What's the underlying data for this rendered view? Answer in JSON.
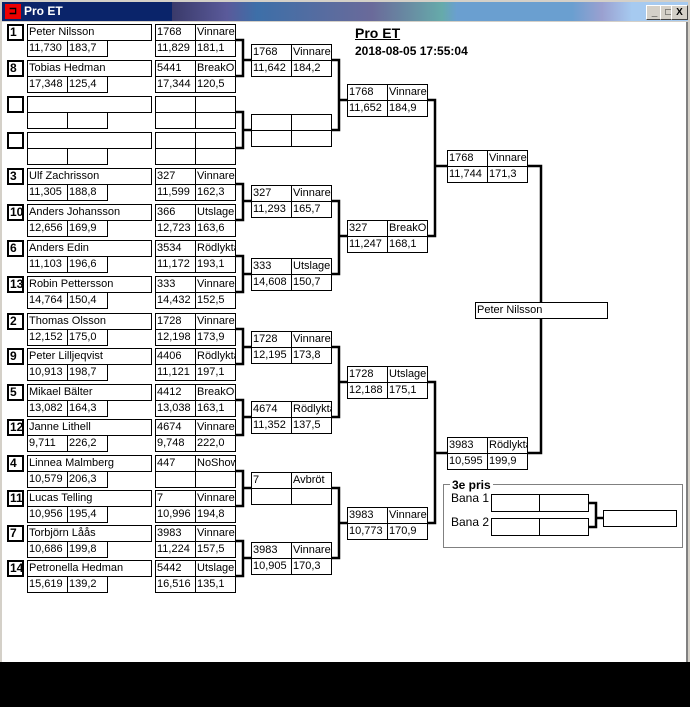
{
  "window": {
    "title": "Pro ET",
    "icon": "bracket-app-icon",
    "buttons": [
      "_",
      "□",
      "X"
    ]
  },
  "header": {
    "title": "Pro ET",
    "datetime": "2018-08-05 17:55:04"
  },
  "round1": [
    {
      "seed": "1",
      "name": "Peter Nilsson",
      "time": "11,730",
      "speed": "183,7",
      "res_id": "1768",
      "res_status": "Vinnare",
      "res_time": "11,829",
      "res_speed": "181,1"
    },
    {
      "seed": "8",
      "name": "Tobias Hedman",
      "time": "17,348",
      "speed": "125,4",
      "res_id": "5441",
      "res_status": "BreakOut",
      "res_time": "17,344",
      "res_speed": "120,5"
    },
    {
      "seed": "",
      "name": "",
      "time": "",
      "speed": "",
      "res_id": "",
      "res_status": "",
      "res_time": "",
      "res_speed": ""
    },
    {
      "seed": "",
      "name": "",
      "time": "",
      "speed": "",
      "res_id": "",
      "res_status": "",
      "res_time": "",
      "res_speed": ""
    },
    {
      "seed": "3",
      "name": "Ulf Zachrisson",
      "time": "11,305",
      "speed": "188,8",
      "res_id": "327",
      "res_status": "Vinnare",
      "res_time": "11,599",
      "res_speed": "162,3"
    },
    {
      "seed": "10",
      "name": "Anders Johansson",
      "time": "12,656",
      "speed": "169,9",
      "res_id": "366",
      "res_status": "Utslagen",
      "res_time": "12,723",
      "res_speed": "163,6"
    },
    {
      "seed": "6",
      "name": "Anders Edin",
      "time": "11,103",
      "speed": "196,6",
      "res_id": "3534",
      "res_status": "Rödlykta",
      "res_time": "11,172",
      "res_speed": "193,1"
    },
    {
      "seed": "13",
      "name": "Robin Pettersson",
      "time": "14,764",
      "speed": "150,4",
      "res_id": "333",
      "res_status": "Vinnare",
      "res_time": "14,432",
      "res_speed": "152,5"
    },
    {
      "seed": "2",
      "name": "Thomas Olsson",
      "time": "12,152",
      "speed": "175,0",
      "res_id": "1728",
      "res_status": "Vinnare",
      "res_time": "12,198",
      "res_speed": "173,9"
    },
    {
      "seed": "9",
      "name": "Peter Lilljeqvist",
      "time": "10,913",
      "speed": "198,7",
      "res_id": "4406",
      "res_status": "Rödlykta",
      "res_time": "11,121",
      "res_speed": "197,1"
    },
    {
      "seed": "5",
      "name": "Mikael Bälter",
      "time": "13,082",
      "speed": "164,3",
      "res_id": "4412",
      "res_status": "BreakOut",
      "res_time": "13,038",
      "res_speed": "163,1"
    },
    {
      "seed": "12",
      "name": "Janne Lithell",
      "time": "9,711",
      "speed": "226,2",
      "res_id": "4674",
      "res_status": "Vinnare",
      "res_time": "9,748",
      "res_speed": "222,0"
    },
    {
      "seed": "4",
      "name": "Linnea Malmberg",
      "time": "10,579",
      "speed": "206,3",
      "res_id": "447",
      "res_status": "NoShow",
      "res_time": "",
      "res_speed": ""
    },
    {
      "seed": "11",
      "name": "Lucas Telling",
      "time": "10,956",
      "speed": "195,4",
      "res_id": "7",
      "res_status": "Vinnare",
      "res_time": "10,996",
      "res_speed": "194,8"
    },
    {
      "seed": "7",
      "name": "Torbjörn Låås",
      "time": "10,686",
      "speed": "199,8",
      "res_id": "3983",
      "res_status": "Vinnare",
      "res_time": "11,224",
      "res_speed": "157,5"
    },
    {
      "seed": "14",
      "name": "Petronella Hedman",
      "time": "15,619",
      "speed": "139,2",
      "res_id": "5442",
      "res_status": "Utslagen",
      "res_time": "16,516",
      "res_speed": "135,1"
    }
  ],
  "round2": [
    {
      "id": "1768",
      "status": "Vinnare",
      "time": "11,642",
      "speed": "184,2"
    },
    {
      "id": "",
      "status": "",
      "time": "",
      "speed": ""
    },
    {
      "id": "327",
      "status": "Vinnare",
      "time": "11,293",
      "speed": "165,7"
    },
    {
      "id": "333",
      "status": "Utslagen",
      "time": "14,608",
      "speed": "150,7"
    },
    {
      "id": "1728",
      "status": "Vinnare",
      "time": "12,195",
      "speed": "173,8"
    },
    {
      "id": "4674",
      "status": "Rödlykta",
      "time": "11,352",
      "speed": "137,5"
    },
    {
      "id": "7",
      "status": "Avbröt",
      "time": "",
      "speed": ""
    },
    {
      "id": "3983",
      "status": "Vinnare",
      "time": "10,905",
      "speed": "170,3"
    }
  ],
  "round3": [
    {
      "id": "1768",
      "status": "Vinnare",
      "time": "11,652",
      "speed": "184,9"
    },
    {
      "id": "327",
      "status": "BreakOut",
      "time": "11,247",
      "speed": "168,1"
    },
    {
      "id": "1728",
      "status": "Utslagen",
      "time": "12,188",
      "speed": "175,1"
    },
    {
      "id": "3983",
      "status": "Vinnare",
      "time": "10,773",
      "speed": "170,9"
    }
  ],
  "round4": [
    {
      "id": "1768",
      "status": "Vinnare",
      "time": "11,744",
      "speed": "171,3"
    },
    {
      "id": "3983",
      "status": "Rödlykta",
      "time": "10,595",
      "speed": "199,9"
    }
  ],
  "winner": "Peter Nilsson",
  "third_place": {
    "label": "3e pris",
    "lane1": "Bana 1",
    "lane2": "Bana 2"
  }
}
